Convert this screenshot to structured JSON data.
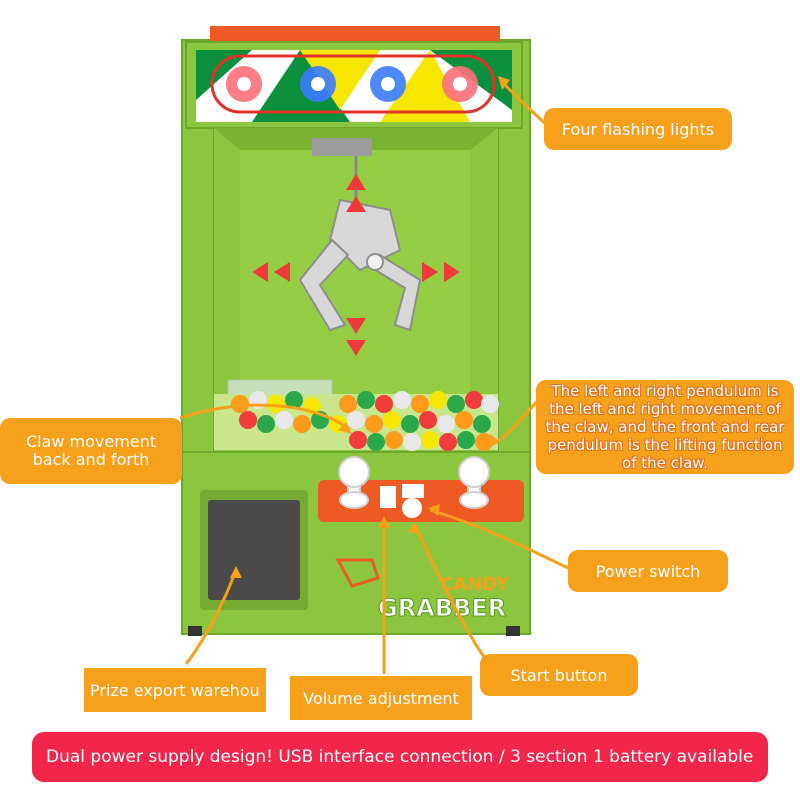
{
  "colors": {
    "machine_green": "#8cc63e",
    "panel_orange": "#ee5a24",
    "callout_orange": "#f7a01c",
    "banner_red": "#f2264a"
  },
  "product": {
    "brand_top": "CANDY",
    "brand_bottom": "GRABBER"
  },
  "callouts": {
    "lights": "Four flashing lights",
    "pendulum": "The left and right pendulum is the left and right movement of the claw, and the front and rear pendulum is the lifting function of the claw.",
    "claw": "Claw movement back and forth",
    "power": "Power switch",
    "start": "Start button",
    "prize": "Prize export warehou",
    "volume": "Volume adjustment"
  },
  "banner": "Dual power supply design! USB interface connection / 3 section 1 battery available"
}
